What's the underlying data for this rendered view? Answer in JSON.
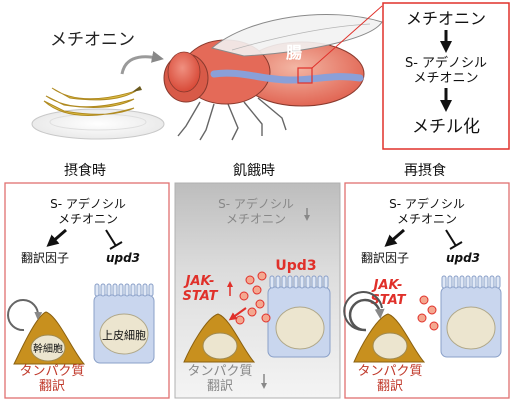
{
  "top": {
    "methionine_label": "メチオニン",
    "gut_label": "腸",
    "pathway": {
      "step1": "メチオニン",
      "step2_line1": "S- アデノシル",
      "step2_line2": "メチオニン",
      "step3": "メチル化"
    }
  },
  "panels": [
    {
      "title": "摂食時",
      "sam_line1": "S- アデノシル",
      "sam_line2": "メチオニン",
      "factor_label": "翻訳因子",
      "gene_label": "upd3",
      "stem_cell_label": "幹細胞",
      "epithelial_label": "上皮細胞",
      "protein_line1": "タンパク質",
      "protein_line2": "翻訳"
    },
    {
      "title": "飢餓時",
      "sam_line1": "S- アデノシル",
      "sam_line2": "メチオニン",
      "upd3_label": "Upd3",
      "jak_line1": "JAK-",
      "jak_line2": "STAT",
      "protein_line1": "タンパク質",
      "protein_line2": "翻訳"
    },
    {
      "title": "再摂食",
      "sam_line1": "S- アデノシル",
      "sam_line2": "メチオニン",
      "factor_label": "翻訳因子",
      "gene_label": "upd3",
      "jak_line1": "JAK-",
      "jak_line2": "STAT",
      "protein_line1": "タンパク質",
      "protein_line2": "翻訳"
    }
  ],
  "colors": {
    "accent_red": "#e0302a",
    "dark_red": "#c0392b",
    "stem_cell": "#c8901e",
    "epithelial": "#c9d6ee",
    "nucleus": "#ece5cf",
    "fly_body": "#e06a58",
    "panel_border": "#e07070"
  }
}
